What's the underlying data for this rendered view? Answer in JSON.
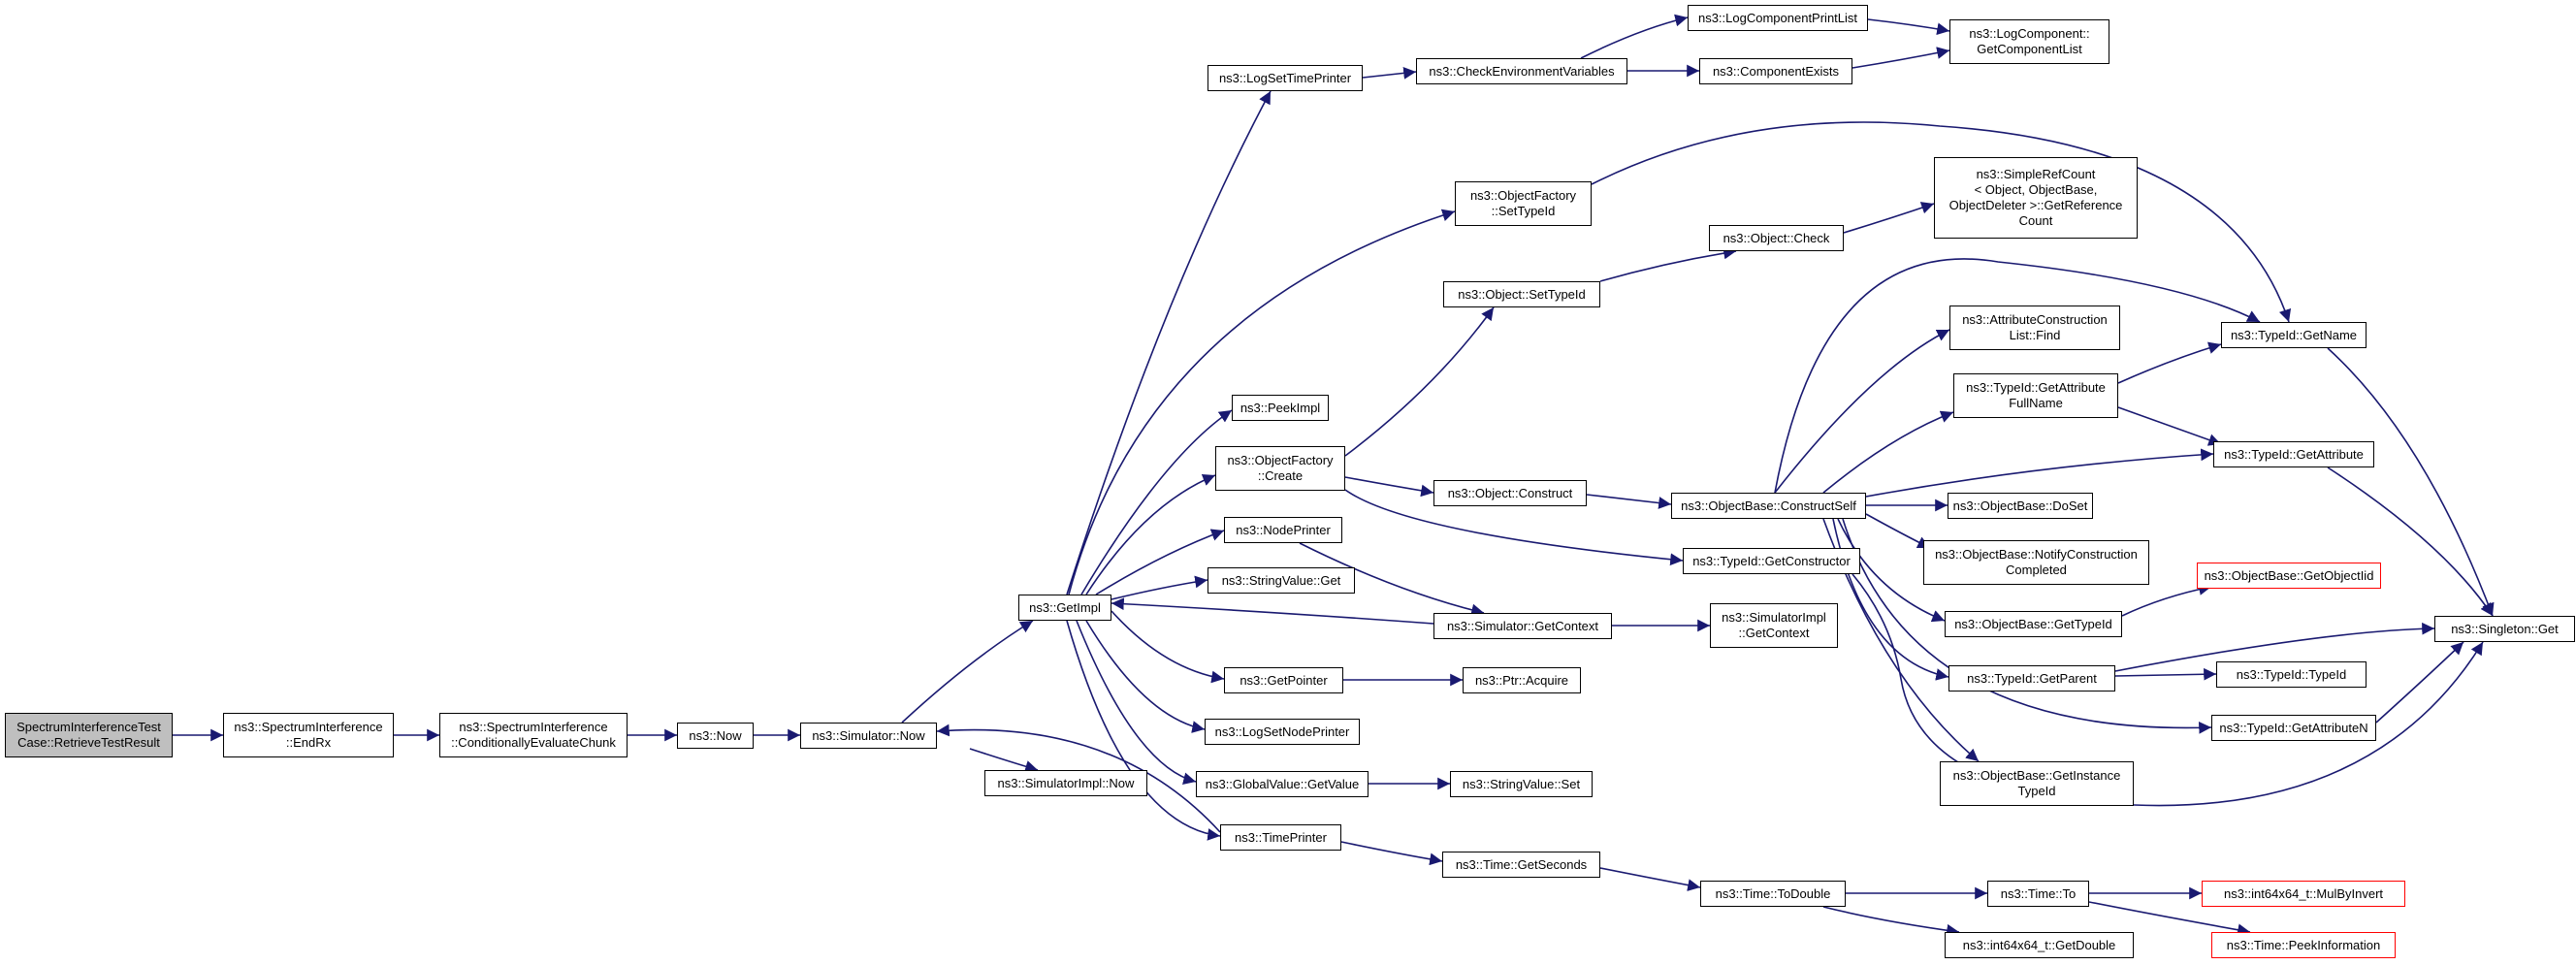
{
  "colors": {
    "edge": "#191970",
    "root_fill": "#bfbfbf",
    "truncated_border": "#ff0000",
    "node_border": "#000000"
  },
  "nodes": {
    "root": {
      "label": "SpectrumInterferenceTest\nCase::RetrieveTestResult"
    },
    "endrx": {
      "label": "ns3::SpectrumInterference\n::EndRx"
    },
    "condeval": {
      "label": "ns3::SpectrumInterference\n::ConditionallyEvaluateChunk"
    },
    "now": {
      "label": "ns3::Now"
    },
    "simnow": {
      "label": "ns3::Simulator::Now"
    },
    "simimplnow": {
      "label": "ns3::SimulatorImpl::Now"
    },
    "getimpl": {
      "label": "ns3::GetImpl"
    },
    "logsettimeprinter": {
      "label": "ns3::LogSetTimePrinter"
    },
    "checkenv": {
      "label": "ns3::CheckEnvironmentVariables"
    },
    "logcompprintlist": {
      "label": "ns3::LogComponentPrintList"
    },
    "compexists": {
      "label": "ns3::ComponentExists"
    },
    "getcomplist": {
      "label": "ns3::LogComponent::\nGetComponentList"
    },
    "ofsettypeid": {
      "label": "ns3::ObjectFactory\n::SetTypeId"
    },
    "simplerefcount": {
      "label": "ns3::SimpleRefCount\n< Object, ObjectBase,\nObjectDeleter >::GetReference\nCount"
    },
    "objcheck": {
      "label": "ns3::Object::Check"
    },
    "objsettypeid": {
      "label": "ns3::Object::SetTypeId"
    },
    "attrconstrfind": {
      "label": "ns3::AttributeConstruction\nList::Find"
    },
    "tidgetname": {
      "label": "ns3::TypeId::GetName"
    },
    "peekimpl": {
      "label": "ns3::PeekImpl"
    },
    "tidgetattrfullname": {
      "label": "ns3::TypeId::GetAttribute\nFullName"
    },
    "ofcreate": {
      "label": "ns3::ObjectFactory\n::Create"
    },
    "tidgetattr": {
      "label": "ns3::TypeId::GetAttribute"
    },
    "objconstruct": {
      "label": "ns3::Object::Construct"
    },
    "obconstructself": {
      "label": "ns3::ObjectBase::ConstructSelf"
    },
    "obdoset": {
      "label": "ns3::ObjectBase::DoSet"
    },
    "nodeprinter": {
      "label": "ns3::NodePrinter"
    },
    "tidgetconstructor": {
      "label": "ns3::TypeId::GetConstructor"
    },
    "obnotify": {
      "label": "ns3::ObjectBase::NotifyConstruction\nCompleted"
    },
    "stringvalueget": {
      "label": "ns3::StringValue::Get"
    },
    "obgetobjectiid": {
      "label": "ns3::ObjectBase::GetObjectIid"
    },
    "simgetcontext": {
      "label": "ns3::Simulator::GetContext"
    },
    "simimplgetcontext": {
      "label": "ns3::SimulatorImpl\n::GetContext"
    },
    "obgettypeid": {
      "label": "ns3::ObjectBase::GetTypeId"
    },
    "singletonget": {
      "label": "ns3::Singleton::Get"
    },
    "getpointer": {
      "label": "ns3::GetPointer"
    },
    "ptracquire": {
      "label": "ns3::Ptr::Acquire"
    },
    "tidgetparent": {
      "label": "ns3::TypeId::GetParent"
    },
    "tidtypeid": {
      "label": "ns3::TypeId::TypeId"
    },
    "logsetnodeprinter": {
      "label": "ns3::LogSetNodePrinter"
    },
    "tidgetattrn": {
      "label": "ns3::TypeId::GetAttributeN"
    },
    "gvgetvalue": {
      "label": "ns3::GlobalValue::GetValue"
    },
    "stringvalueset": {
      "label": "ns3::StringValue::Set"
    },
    "obgetinstancetypeid": {
      "label": "ns3::ObjectBase::GetInstance\nTypeId"
    },
    "timeprinter": {
      "label": "ns3::TimePrinter"
    },
    "timegetseconds": {
      "label": "ns3::Time::GetSeconds"
    },
    "timetodouble": {
      "label": "ns3::Time::ToDouble"
    },
    "timeto": {
      "label": "ns3::Time::To"
    },
    "mulbyinvert": {
      "label": "ns3::int64x64_t::MulByInvert"
    },
    "getdouble": {
      "label": "ns3::int64x64_t::GetDouble"
    },
    "peekinfo": {
      "label": "ns3::Time::PeekInformation"
    }
  }
}
